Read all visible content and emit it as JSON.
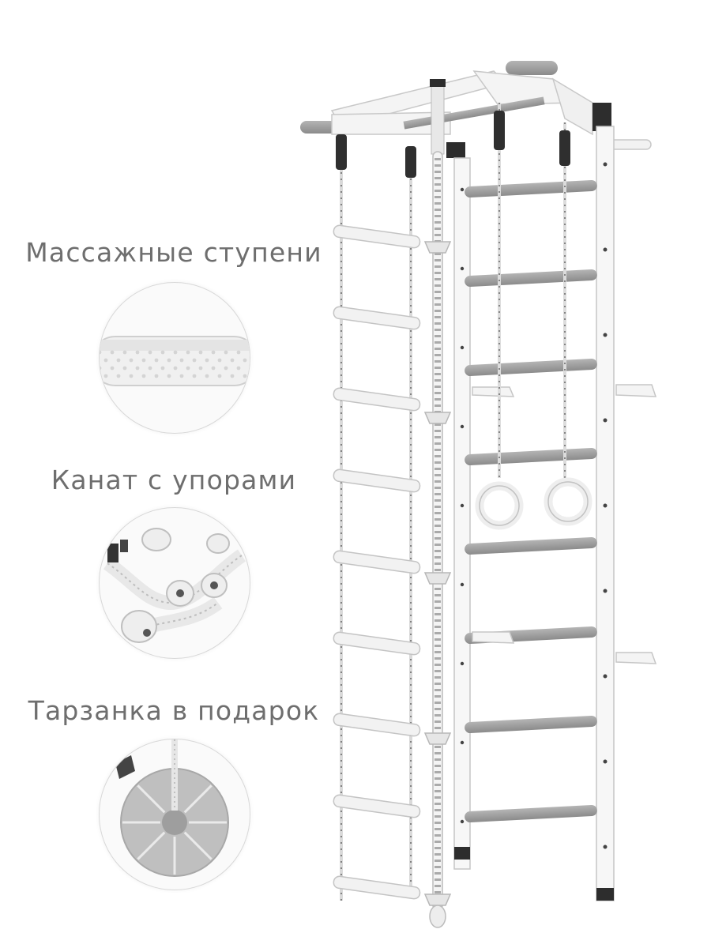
{
  "features": [
    {
      "label": "Массажные ступени",
      "icon": "massage-rung-closeup"
    },
    {
      "label": "Канат с упорами",
      "icon": "rope-with-stops-closeup"
    },
    {
      "label": "Тарзанка в подарок",
      "icon": "swing-seat-closeup"
    }
  ],
  "colors": {
    "frame": "#f6f6f6",
    "outline": "#c4c4c4",
    "rungs": "#9a9a9a",
    "text": "#6e6e6e"
  }
}
